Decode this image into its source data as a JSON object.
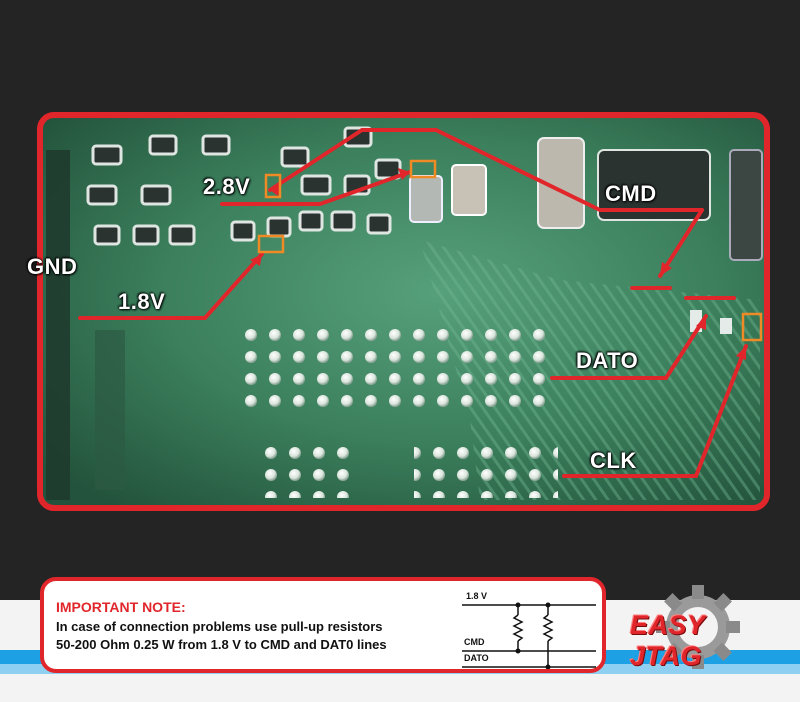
{
  "labels": {
    "v28": "2.8V",
    "cmd": "CMD",
    "gnd": "GND",
    "v18": "1.8V",
    "dato": "DATO",
    "clk": "CLK"
  },
  "note": {
    "title": "IMPORTANT NOTE:",
    "line1": "In case of connection problems use pull-up resistors",
    "line2": "50-200 Ohm 0.25 W from 1.8 V to CMD and DAT0 lines"
  },
  "schematic": {
    "rail_label": "1.8 V",
    "cmd_label": "CMD",
    "dato_label": "DATO"
  },
  "logo": {
    "text": "EASY JTAG"
  },
  "colors": {
    "accent_red": "#e0262a",
    "marker_orange": "#f08a24",
    "board_green": "#3a7a55",
    "stripe_blue": "#1ea1e4"
  }
}
